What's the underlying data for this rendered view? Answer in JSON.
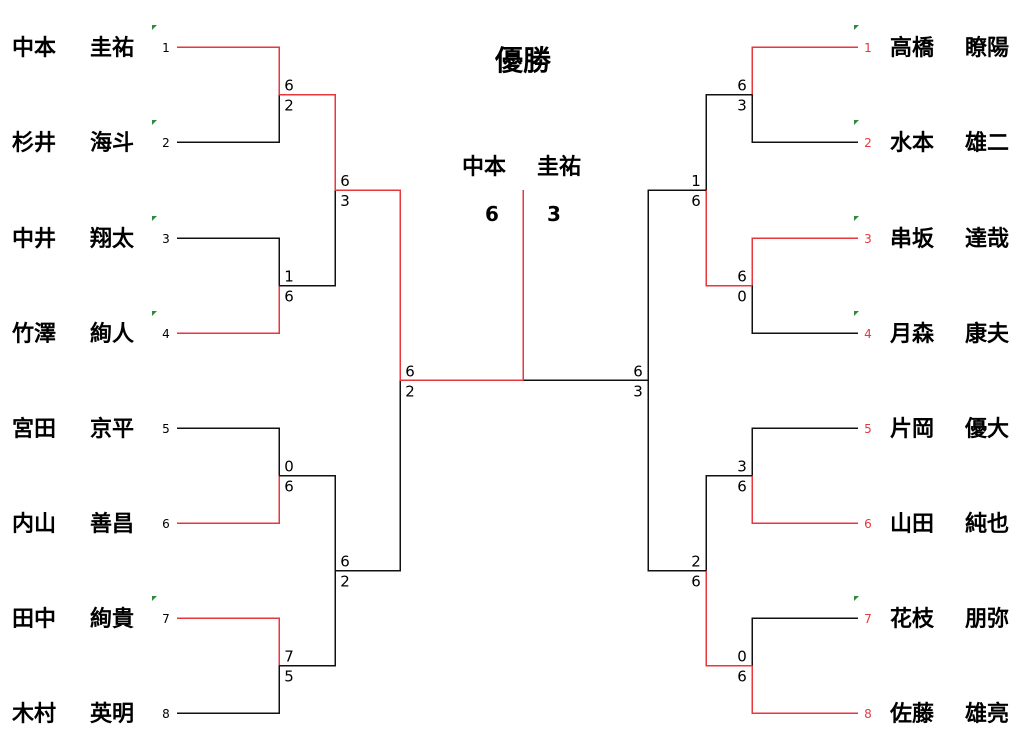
{
  "title": "優勝",
  "colors": {
    "win": "#e8363d",
    "normal": "#111111",
    "mark": "#2e8b3a"
  },
  "champion": {
    "family": "中本",
    "given": "圭祐",
    "score_left": "6",
    "score_right": "3"
  },
  "left": {
    "players": [
      {
        "family": "中本",
        "given": "圭祐",
        "seed": "1",
        "mark": true
      },
      {
        "family": "杉井",
        "given": "海斗",
        "seed": "2",
        "mark": true
      },
      {
        "family": "中井",
        "given": "翔太",
        "seed": "3",
        "mark": true
      },
      {
        "family": "竹澤",
        "given": "絢人",
        "seed": "4",
        "mark": true
      },
      {
        "family": "宮田",
        "given": "京平",
        "seed": "5",
        "mark": false
      },
      {
        "family": "内山",
        "given": "善昌",
        "seed": "6",
        "mark": false
      },
      {
        "family": "田中",
        "given": "絢貴",
        "seed": "7",
        "mark": true
      },
      {
        "family": "木村",
        "given": "英明",
        "seed": "8",
        "mark": false
      }
    ],
    "r1": [
      {
        "top": "6",
        "bottom": "2",
        "winner": "top"
      },
      {
        "top": "1",
        "bottom": "6",
        "winner": "bottom"
      },
      {
        "top": "0",
        "bottom": "6",
        "winner": "bottom"
      },
      {
        "top": "7",
        "bottom": "5",
        "winner": "top"
      }
    ],
    "r2": [
      {
        "top": "6",
        "bottom": "3",
        "winner": "top"
      },
      {
        "top": "6",
        "bottom": "2",
        "winner": "none"
      }
    ],
    "sf": {
      "top": "6",
      "bottom": "2",
      "winner": "top"
    }
  },
  "right": {
    "players": [
      {
        "family": "高橋",
        "given": "瞭陽",
        "seed": "1",
        "mark": true
      },
      {
        "family": "水本",
        "given": "雄二",
        "seed": "2",
        "mark": true
      },
      {
        "family": "串坂",
        "given": "達哉",
        "seed": "3",
        "mark": true
      },
      {
        "family": "月森",
        "given": "康夫",
        "seed": "4",
        "mark": true
      },
      {
        "family": "片岡",
        "given": "優大",
        "seed": "5",
        "mark": false
      },
      {
        "family": "山田",
        "given": "純也",
        "seed": "6",
        "mark": false
      },
      {
        "family": "花枝",
        "given": "朋弥",
        "seed": "7",
        "mark": true
      },
      {
        "family": "佐藤",
        "given": "雄亮",
        "seed": "8",
        "mark": false
      }
    ],
    "r1": [
      {
        "top": "6",
        "bottom": "3",
        "winner": "top"
      },
      {
        "top": "6",
        "bottom": "0",
        "winner": "top"
      },
      {
        "top": "3",
        "bottom": "6",
        "winner": "bottom"
      },
      {
        "top": "0",
        "bottom": "6",
        "winner": "bottom"
      }
    ],
    "r2": [
      {
        "top": "1",
        "bottom": "6",
        "winner": "bottom"
      },
      {
        "top": "2",
        "bottom": "6",
        "winner": "bottom"
      }
    ],
    "sf": {
      "top": "6",
      "bottom": "3",
      "winner": "none"
    }
  }
}
